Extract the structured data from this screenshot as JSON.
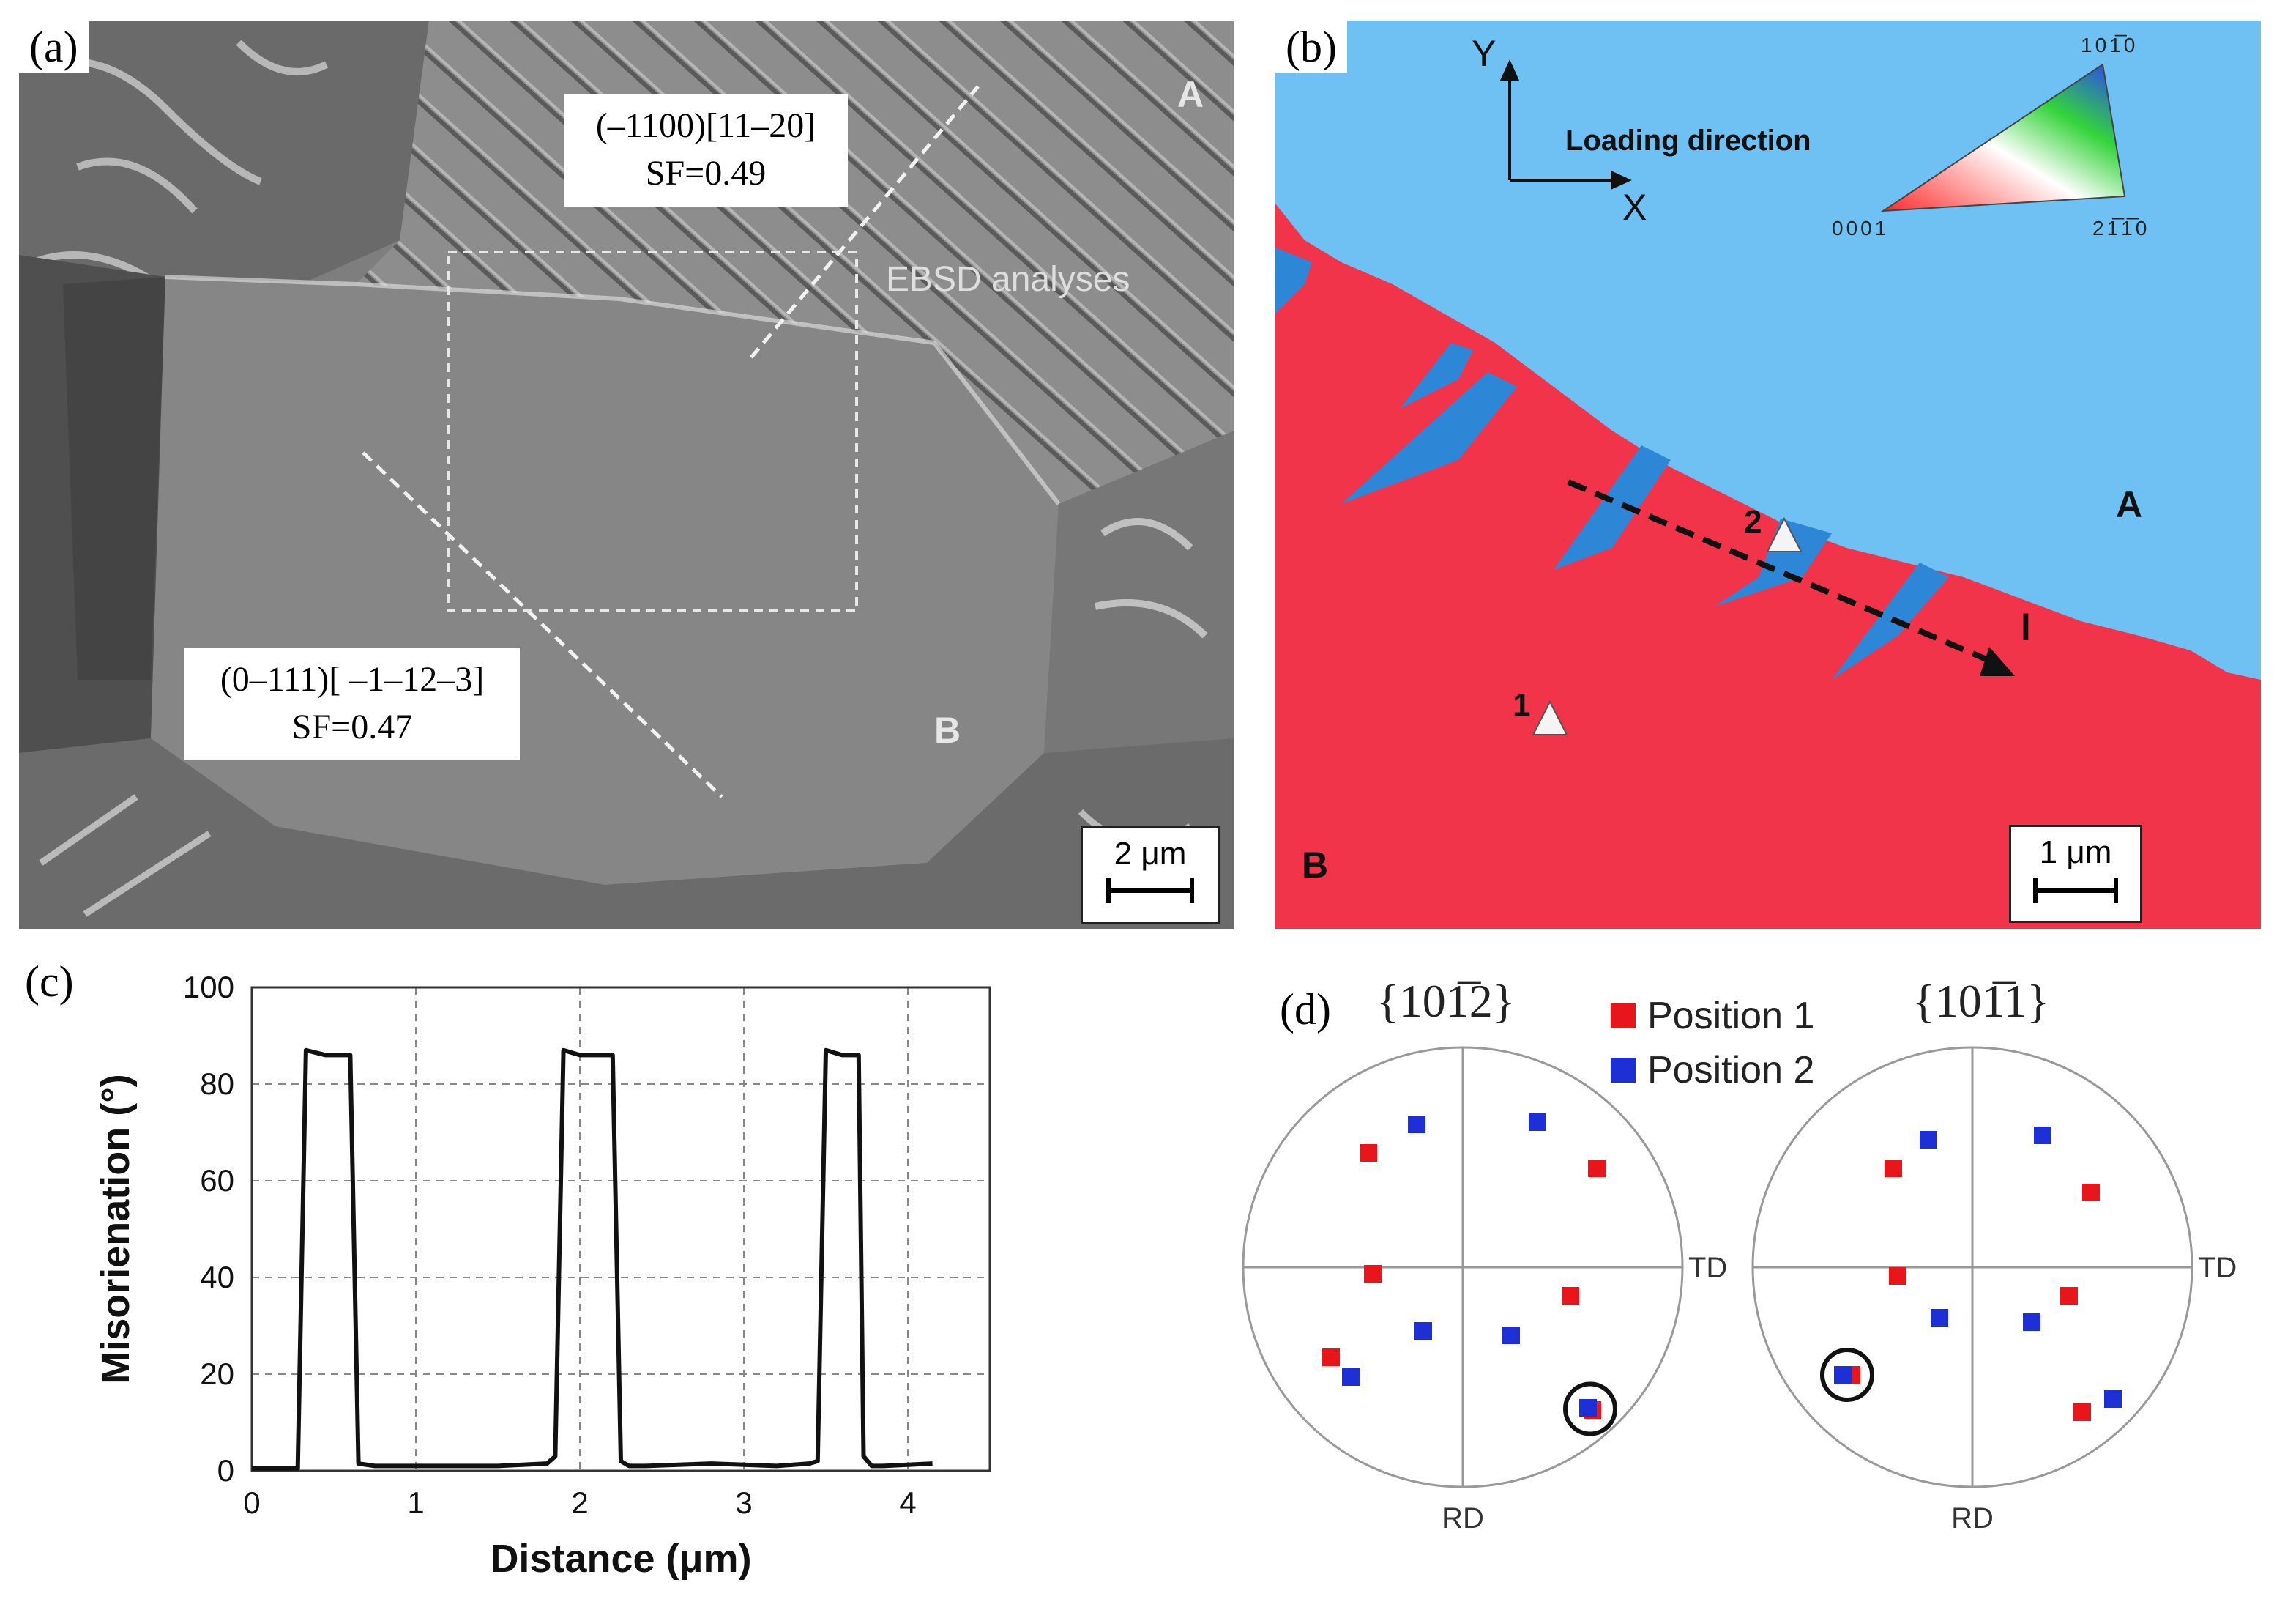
{
  "panel_a": {
    "label": "(a)",
    "grain_a": "A",
    "grain_b": "B",
    "ebsd_label": "EBSD analyses",
    "slip_a": {
      "plane": "(–1100)[11–20]",
      "sf": "SF=0.49"
    },
    "slip_b": {
      "plane": "(0–111)[ –1–12–3]",
      "sf": "SF=0.47"
    },
    "scale": "2 μm"
  },
  "panel_b": {
    "label": "(b)",
    "axis_y": "Y",
    "axis_x": "X",
    "loading": "Loading direction",
    "ipf_top": "101̅0",
    "ipf_left": "0001",
    "ipf_right": "21̅1̅0",
    "grain_a": "A",
    "grain_b": "B",
    "pos1": "1",
    "pos2": "2",
    "line": "l",
    "scale": "1 μm",
    "colors": {
      "grain_a": "#6ec1f2",
      "grain_b": "#f2344a",
      "twin": "#2e86d6"
    }
  },
  "panel_c": {
    "label": "(c)",
    "chart_data": {
      "type": "line",
      "xlabel": "Distance (μm)",
      "ylabel": "Misorienation (°)",
      "xlim": [
        0,
        4.5
      ],
      "ylim": [
        0,
        100
      ],
      "xticks": [
        0,
        1,
        2,
        3,
        4
      ],
      "yticks": [
        0,
        20,
        40,
        60,
        80,
        100
      ],
      "grid": true,
      "series": [
        {
          "x": [
            0.0,
            0.28,
            0.33,
            0.45,
            0.58,
            0.6,
            0.65,
            0.75,
            1.0,
            1.5,
            1.8,
            1.85,
            1.9,
            2.0,
            2.2,
            2.25,
            2.3,
            2.4,
            2.8,
            3.2,
            3.4,
            3.45,
            3.5,
            3.6,
            3.7,
            3.73,
            3.78,
            3.85,
            4.15
          ],
          "y": [
            0.5,
            0.5,
            87,
            86,
            86,
            86,
            1.5,
            1,
            1,
            1,
            1.5,
            3,
            87,
            86,
            86,
            2,
            1,
            1,
            1.5,
            1,
            1.5,
            2,
            87,
            86,
            86,
            3,
            1,
            1,
            1.5
          ]
        }
      ]
    }
  },
  "panel_d": {
    "label": "(d)",
    "title_left": "{101̅2}",
    "title_right": "{101̅1}",
    "legend": [
      {
        "name": "Position 1",
        "color": "#e8151b"
      },
      {
        "name": "Position 2",
        "color": "#1e2fd6"
      }
    ],
    "td": "TD",
    "rd": "RD",
    "chart_data": [
      {
        "type": "scatter",
        "title": "{101̅2}",
        "series": [
          {
            "name": "Position 1",
            "points": [
              [
                -0.43,
                0.52
              ],
              [
                -0.41,
                -0.03
              ],
              [
                0.61,
                0.45
              ],
              [
                0.49,
                -0.13
              ],
              [
                -0.6,
                -0.41
              ],
              [
                0.59,
                -0.65
              ]
            ]
          },
          {
            "name": "Position 2",
            "points": [
              [
                -0.21,
                0.65
              ],
              [
                0.34,
                0.66
              ],
              [
                -0.18,
                -0.29
              ],
              [
                0.22,
                -0.31
              ],
              [
                -0.51,
                -0.5
              ],
              [
                0.57,
                -0.64
              ]
            ]
          }
        ]
      },
      {
        "type": "scatter",
        "title": "{101̅1}",
        "series": [
          {
            "name": "Position 1",
            "points": [
              [
                -0.36,
                0.45
              ],
              [
                -0.34,
                -0.04
              ],
              [
                0.54,
                0.34
              ],
              [
                0.44,
                -0.13
              ],
              [
                -0.55,
                -0.49
              ],
              [
                0.5,
                -0.66
              ]
            ]
          },
          {
            "name": "Position 2",
            "points": [
              [
                -0.2,
                0.58
              ],
              [
                0.32,
                0.6
              ],
              [
                -0.15,
                -0.23
              ],
              [
                0.27,
                -0.25
              ],
              [
                -0.59,
                -0.49
              ],
              [
                0.64,
                -0.6
              ]
            ]
          }
        ]
      }
    ]
  }
}
